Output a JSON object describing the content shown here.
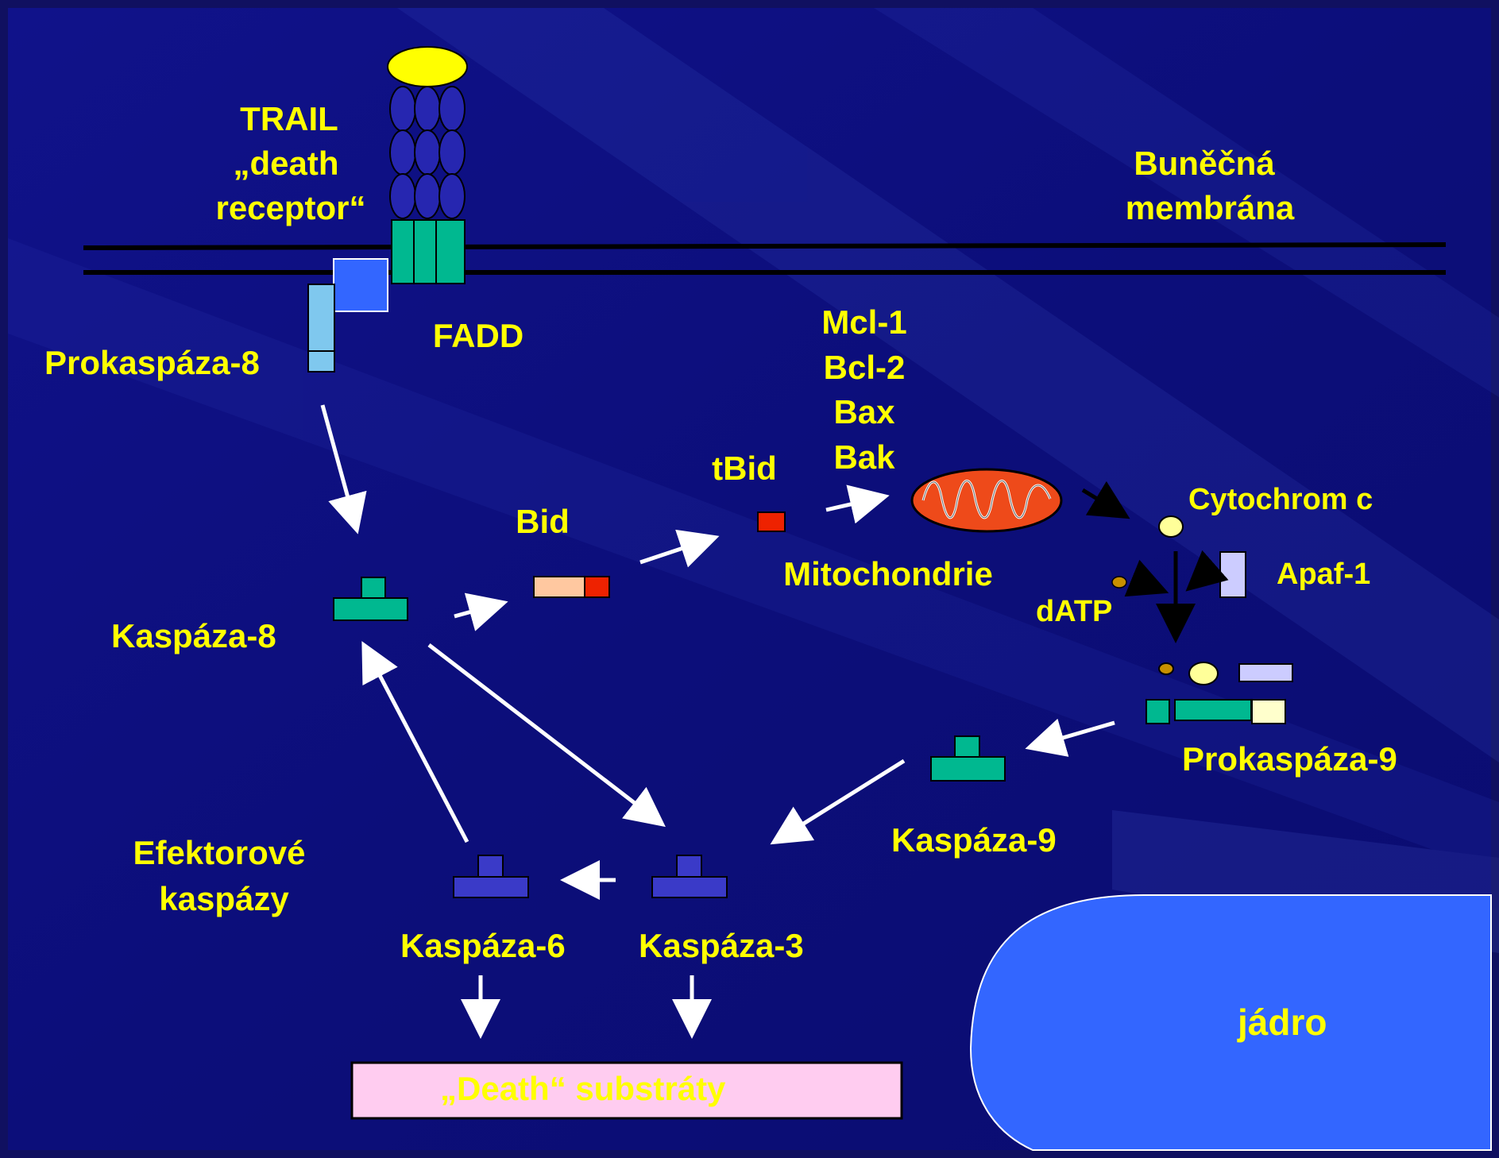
{
  "labels": {
    "trail_line1": "TRAIL",
    "trail_line2": "„death",
    "trail_line3": "receptor“",
    "membrane_line1": "Buněčná",
    "membrane_line2": "membrána",
    "fadd": "FADD",
    "procaspase8": "Prokaspáza-8",
    "mcl1": "Mcl-1",
    "bcl2": "Bcl-2",
    "bax": "Bax",
    "bak": "Bak",
    "tbid": "tBid",
    "bid": "Bid",
    "mitochondria": "Mitochondrie",
    "cytochrome_c": "Cytochrom c",
    "apaf1": "Apaf-1",
    "datp": "dATP",
    "caspase8": "Kaspáza-8",
    "procaspase9": "Prokaspáza-9",
    "caspase9": "Kaspáza-9",
    "effector_line1": "Efektorové",
    "effector_line2": "kaspázy",
    "caspase6": "Kaspáza-6",
    "caspase3": "Kaspáza-3",
    "nucleus": "jádro",
    "death_substrates": "„Death“  substráty"
  },
  "colors": {
    "background": "#0d0f80",
    "frame": "#101060",
    "label": "#ffff00",
    "arrow": "#ffffff",
    "teal": "#00b890",
    "caspase_effector": "#3a3ac8",
    "ligand": "#ffff00",
    "receptor_ellipse": "#2626b0",
    "procaspase8_light": "#7fc8ee",
    "fadd_box": "#3366ff",
    "bid_light": "#ffc8a0",
    "bid_red": "#ee2200",
    "mitochondria": "#ee4a1a",
    "cytochrome_c": "#ffff99",
    "datp": "#c89000",
    "apaf1": "#ccccff",
    "procaspase9_cream": "#ffffcc",
    "nucleus": "#3366ff",
    "death_box": "#ffccf0",
    "membrane_line": "#000000"
  }
}
